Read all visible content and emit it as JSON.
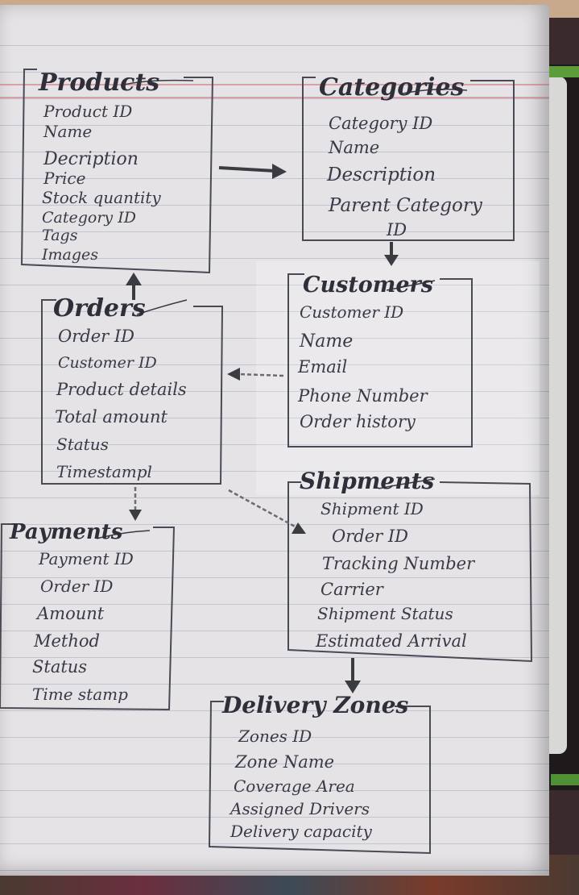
{
  "entities": {
    "products": {
      "title": "Products",
      "fields": [
        "Product ID",
        "Name",
        "Decription",
        "Price",
        "Stock quantity",
        "Category ID",
        "Tags",
        "Images"
      ]
    },
    "categories": {
      "title": "Categories",
      "fields": [
        "Category ID",
        "Name",
        "Description",
        "Parent Category",
        "ID"
      ]
    },
    "orders": {
      "title": "Orders",
      "fields": [
        "Order ID",
        "Customer ID",
        "Product details",
        "Total amount",
        "Status",
        "Timestampl"
      ]
    },
    "customers": {
      "title": "Customers",
      "fields": [
        "Customer ID",
        "Name",
        "Email",
        "Phone Number",
        "Order history"
      ]
    },
    "payments": {
      "title": "Payments",
      "fields": [
        "Payment ID",
        "Order ID",
        "Amount",
        "Method",
        "Status",
        "Time stamp"
      ]
    },
    "shipments": {
      "title": "Shipments",
      "fields": [
        "Shipment ID",
        "Order ID",
        "Tracking Number",
        "Carrier",
        "Shipment Status",
        "Estimated Arrival"
      ]
    },
    "delivery_zones": {
      "title": "Delivery Zones",
      "fields": [
        "Zones ID",
        "Zone Name",
        "Coverage Area",
        "Assigned Drivers",
        "Delivery capacity"
      ]
    }
  },
  "relationships": [
    {
      "from": "products",
      "to": "categories"
    },
    {
      "from": "categories",
      "to": "customers"
    },
    {
      "from": "orders",
      "to": "products"
    },
    {
      "from": "customers",
      "to": "orders"
    },
    {
      "from": "orders",
      "to": "payments"
    },
    {
      "from": "orders",
      "to": "shipments"
    },
    {
      "from": "shipments",
      "to": "delivery_zones"
    }
  ]
}
